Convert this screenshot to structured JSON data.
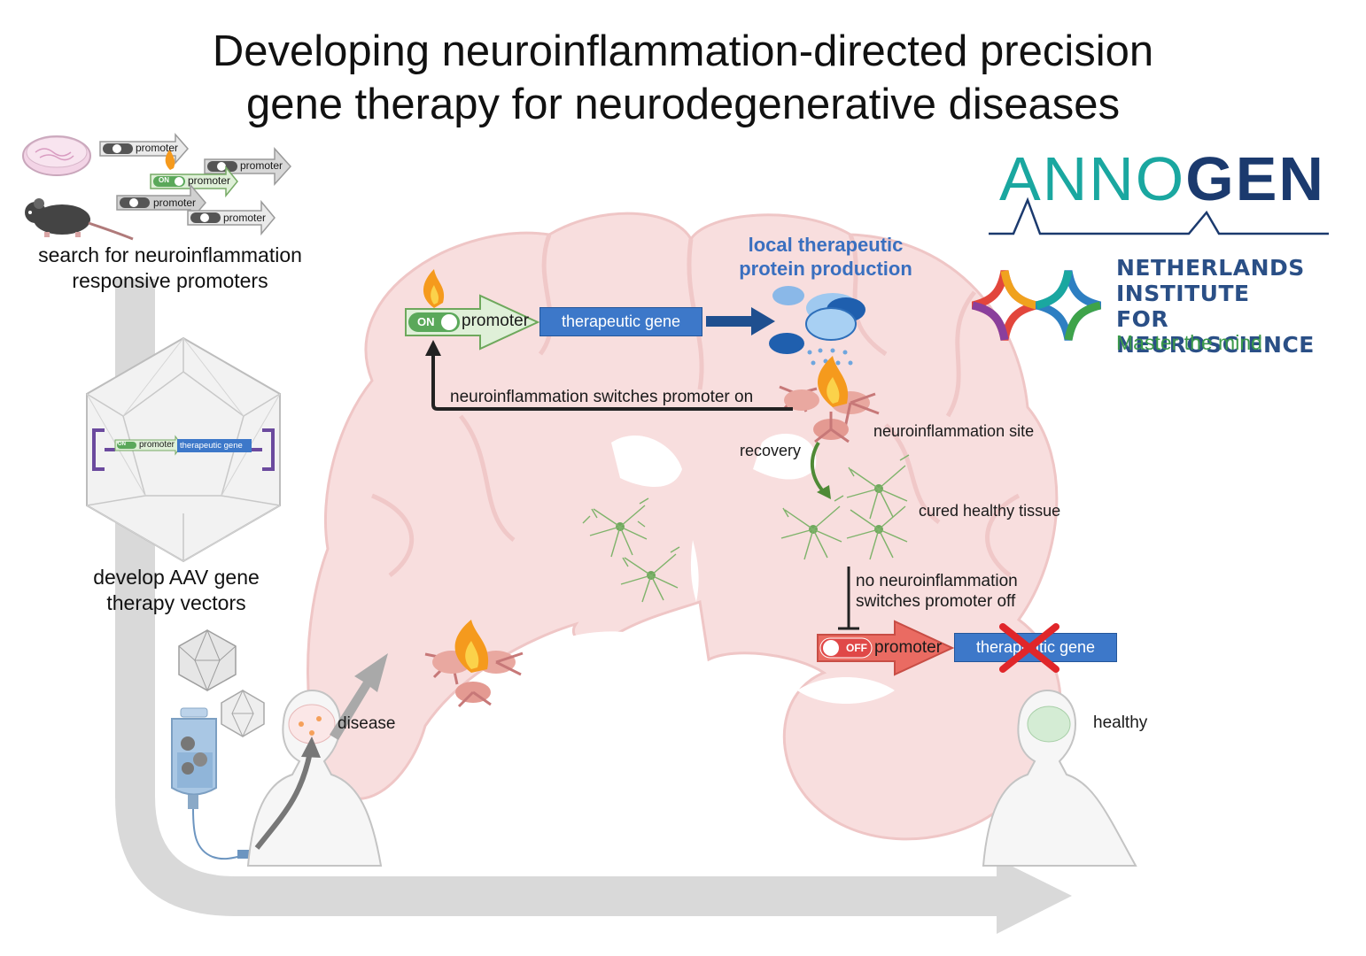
{
  "title": {
    "line1": "Developing neuroinflammation-directed precision",
    "line2": "gene therapy for neurodegenerative diseases"
  },
  "left_panel": {
    "search_caption_line1": "search for neuroinflammation",
    "search_caption_line2": "responsive promoters",
    "aav_caption_line1": "develop AAV gene",
    "aav_caption_line2": "therapy vectors",
    "promoter_label": "promoter",
    "on_label": "ON",
    "therapeutic_gene_small": "therapeutic gene"
  },
  "brain": {
    "local_production_line1": "local therapeutic",
    "local_production_line2": "protein production",
    "on_label": "ON",
    "off_label": "OFF",
    "promoter_label": "promoter",
    "therapeutic_gene_label": "therapeutic gene",
    "switch_on_text": "neuroinflammation switches promoter on",
    "inflammation_site": "neuroinflammation site",
    "recovery": "recovery",
    "cured": "cured healthy tissue",
    "switch_off_line1": "no neuroinflammation",
    "switch_off_line2": "switches promoter off",
    "gene_off_label": "therapeutic gene"
  },
  "patients": {
    "disease": "disease",
    "healthy": "healthy"
  },
  "logos": {
    "annogen_part1": "ANNO",
    "annogen_part2": "GEN",
    "nin_line1": "NETHERLANDS",
    "nin_line2": "INSTITUTE",
    "nin_line3": "FOR NEUROSCIENCE",
    "nin_tagline": "Master the mind"
  },
  "colors": {
    "annogen_teal": "#1aa7a0",
    "annogen_navy": "#1b3a6e",
    "gene_blue": "#3d78c9",
    "on_green": "#5aa85a",
    "off_red": "#e04848",
    "brain_pink": "#f6dada"
  }
}
